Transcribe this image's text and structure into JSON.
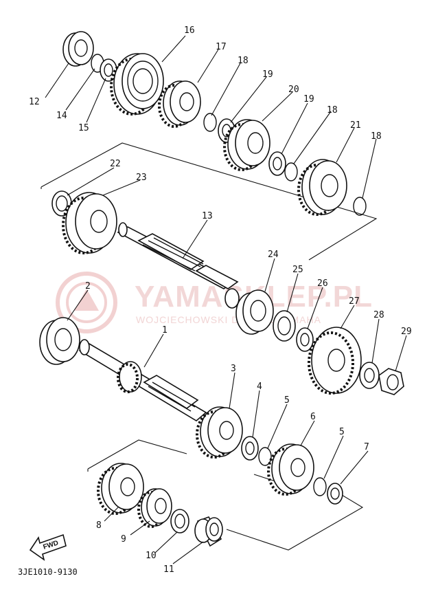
{
  "diagram": {
    "labels": {
      "p1": "1",
      "p2": "2",
      "p3": "3",
      "p4": "4",
      "p5a": "5",
      "p5b": "5",
      "p6": "6",
      "p7": "7",
      "p8": "8",
      "p9": "9",
      "p10": "10",
      "p11": "11",
      "p12": "12",
      "p13": "13",
      "p14": "14",
      "p15": "15",
      "p16": "16",
      "p17": "17",
      "p18a": "18",
      "p18b": "18",
      "p18c": "18",
      "p19a": "19",
      "p19b": "19",
      "p20": "20",
      "p21": "21",
      "p22": "22",
      "p23": "23",
      "p24": "24",
      "p25": "25",
      "p26": "26",
      "p27": "27",
      "p28": "28",
      "p29": "29"
    },
    "fwd_label": "FWD",
    "drawing_code": "3JE1010-9130"
  },
  "watermark": {
    "brand": "YAMASKLEP.PL",
    "tagline": "WOJCIECHOWSKI DEALER YAMAHA",
    "color": "#e8b8b8"
  }
}
